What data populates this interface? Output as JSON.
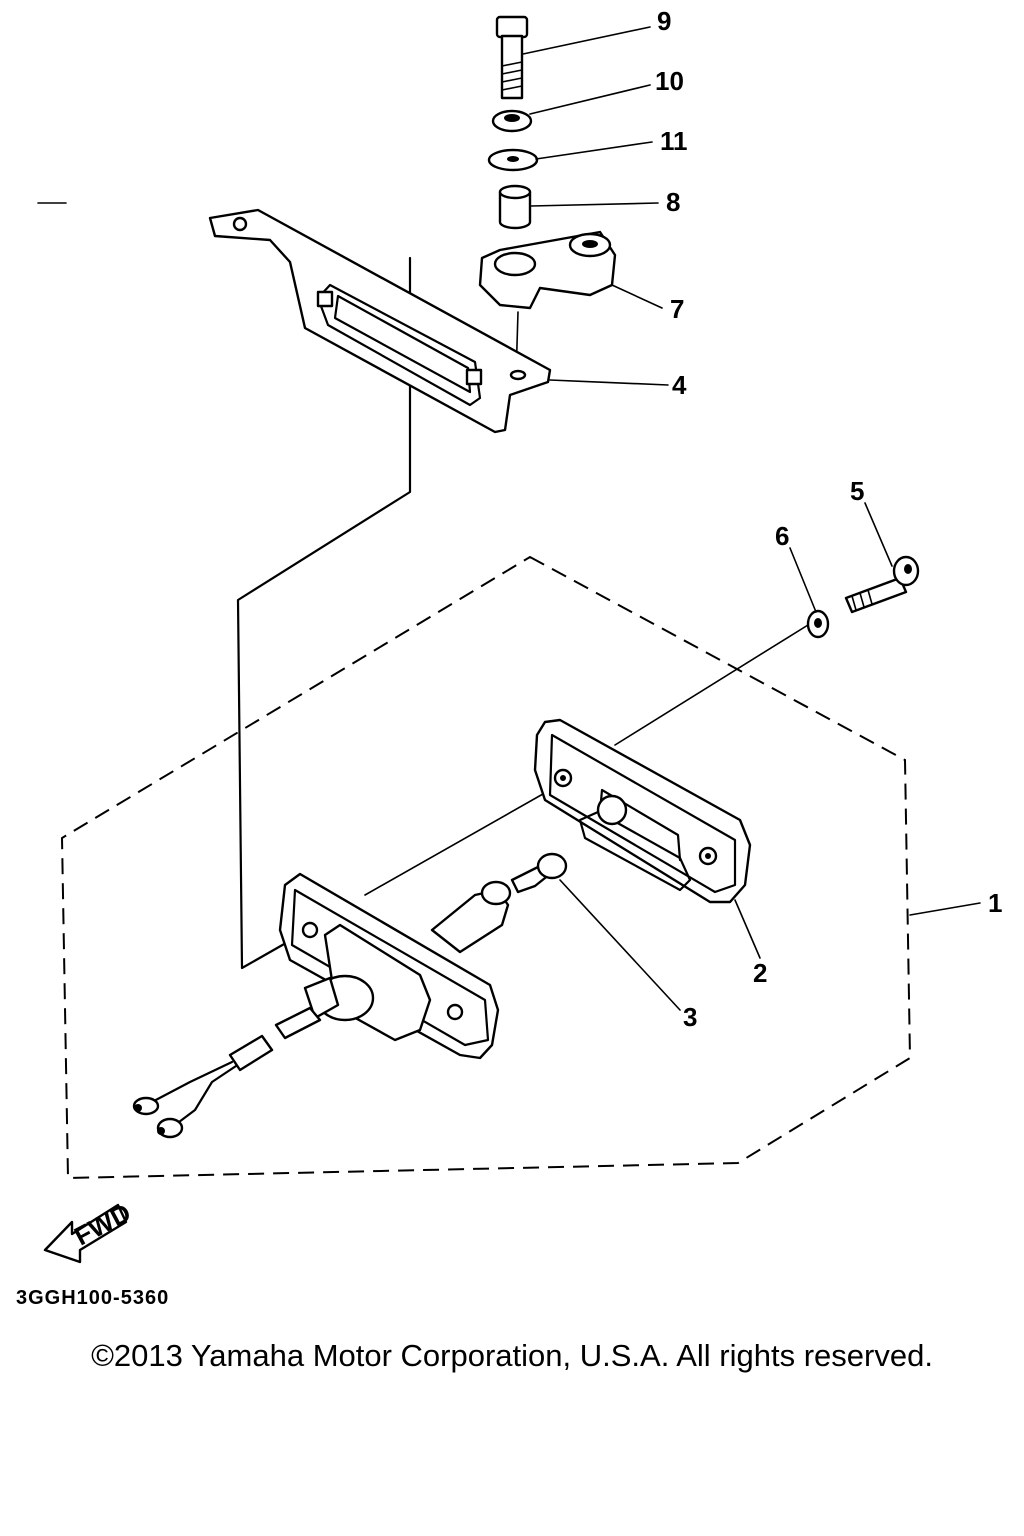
{
  "diagram": {
    "callouts": [
      {
        "id": "9",
        "label": "9"
      },
      {
        "id": "10",
        "label": "10"
      },
      {
        "id": "11",
        "label": "11"
      },
      {
        "id": "8",
        "label": "8"
      },
      {
        "id": "7",
        "label": "7"
      },
      {
        "id": "4",
        "label": "4"
      },
      {
        "id": "5",
        "label": "5"
      },
      {
        "id": "6",
        "label": "6"
      },
      {
        "id": "1",
        "label": "1"
      },
      {
        "id": "2",
        "label": "2"
      },
      {
        "id": "3",
        "label": "3"
      }
    ],
    "fwd_label": "FWD",
    "drawing_code": "3GGH100-5360"
  },
  "footer": {
    "copyright": "©2013 Yamaha Motor Corporation, U.S.A. All rights reserved."
  }
}
